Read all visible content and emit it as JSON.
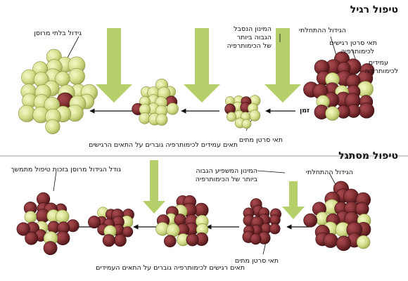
{
  "sections": {
    "regular": {
      "title": "טיפול רגיל",
      "labels": {
        "initial_tumor": "הגידול ההתחלתי",
        "sensitive_cells_l1": "תאי סרטן רגישים",
        "sensitive_cells_l2": "לכימותרפיה",
        "resistant_cells_l1": "עמידים",
        "resistant_cells_l2": "לכימותרפיה",
        "max_dose_l1": "המינון הנסבל",
        "max_dose_l2": "הגבוה ביותר",
        "max_dose_l3": "של הכימותרפיה",
        "time": "זמן",
        "dead_cells": "תאי סרטן מתים",
        "resistant_overcome": "תאים עמידים לכימותרפיה גוברים על התאים הרגישים",
        "uncontrolled_growth": "גידול בלתי מרוסן"
      }
    },
    "adaptive": {
      "title": "טיפול מסתגל",
      "labels": {
        "initial_tumor": "הגידול ההתחלתי",
        "min_dose_l1": "המינון המשפיע הגבוה",
        "min_dose_l2": "ביותר של הכימותרפיה",
        "dead_cells": "תאי סרטן מתים",
        "sensitive_overcome": "תאים רגישים לכימותרפיה גוברים על התאים העמידים",
        "restrained_growth": "גודל הגידול מרוסן בזכות טיפול מתמשך"
      }
    }
  },
  "colors": {
    "sensitive_cell": "#7a2b2e",
    "resistant_cell": "#d4dd8a",
    "chemo_arrow": "#b5cf6b",
    "divider": "#999999"
  }
}
